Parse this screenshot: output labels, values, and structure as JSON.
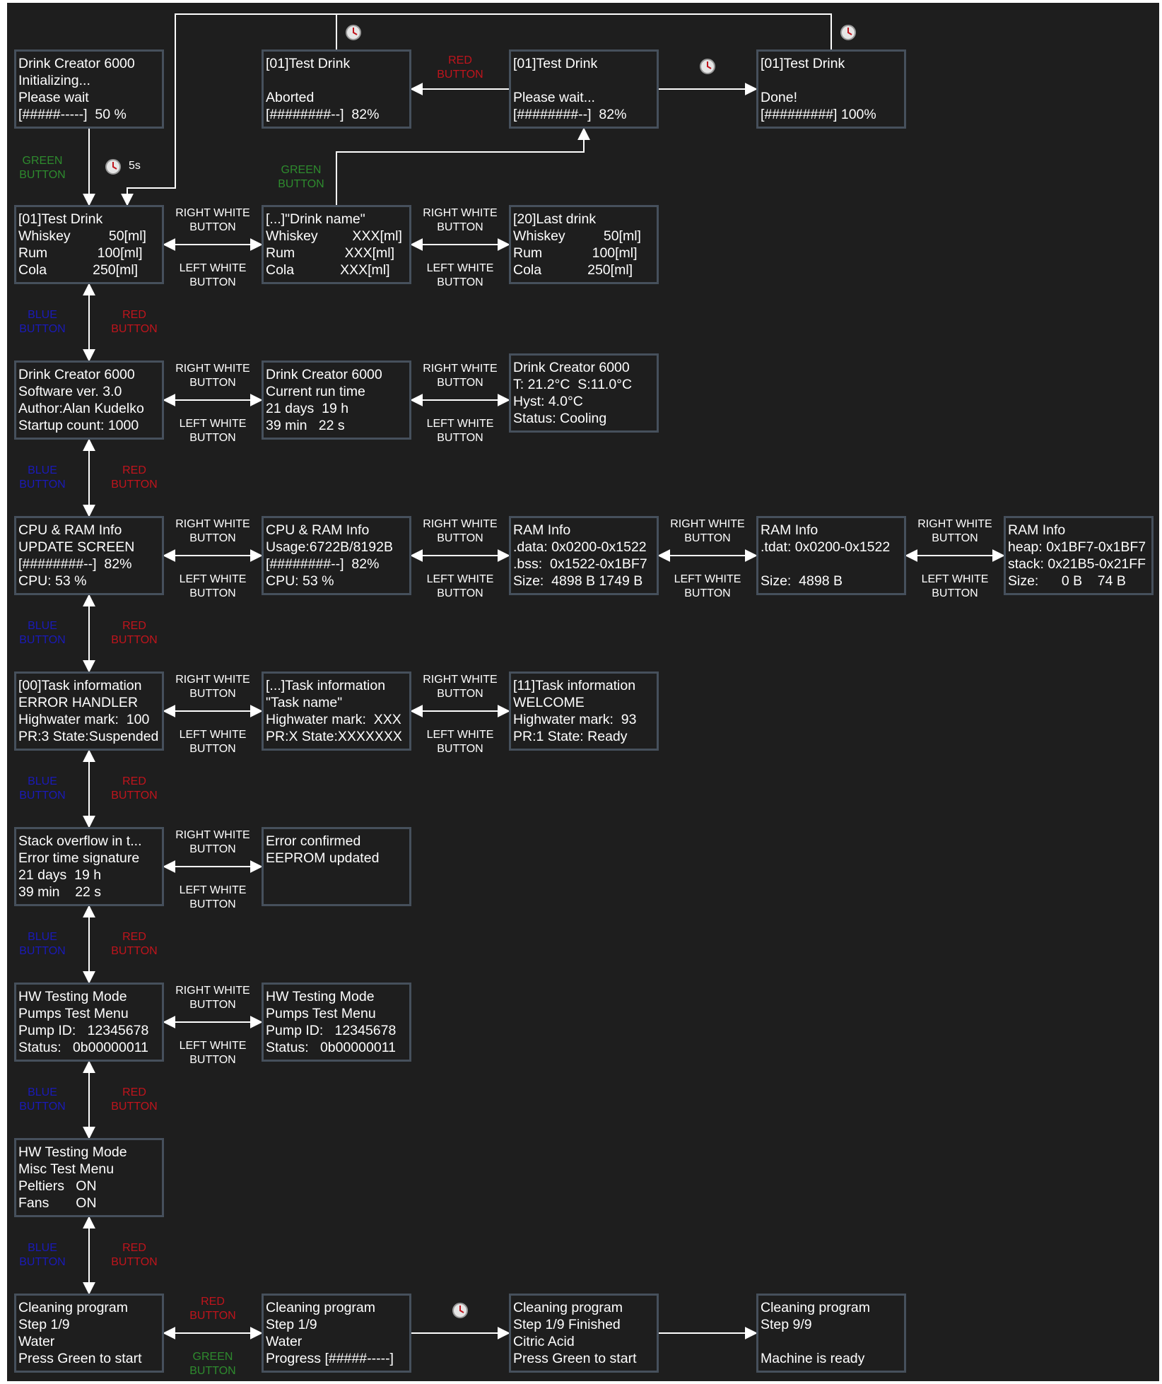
{
  "screens": [
    {
      "id": "init",
      "lines": [
        "Drink Creator 6000",
        "Initializing...",
        "Please wait",
        "[#####-----]  50 %"
      ]
    },
    {
      "id": "aborted",
      "lines": [
        "[01]Test Drink",
        "",
        "Aborted",
        "[########--]  82%"
      ]
    },
    {
      "id": "please-wait",
      "lines": [
        "[01]Test Drink",
        "",
        "Please wait...",
        "[########--]  82%"
      ]
    },
    {
      "id": "done",
      "lines": [
        "[01]Test Drink",
        "",
        "Done!",
        "[#########] 100%"
      ]
    },
    {
      "id": "drink-01",
      "lines": [
        "[01]Test Drink",
        "Whiskey          50[ml]",
        "Rum             100[ml]",
        "Cola            250[ml]"
      ]
    },
    {
      "id": "drink-name",
      "lines": [
        "[...]\"Drink name\"",
        "Whiskey         XXX[ml]",
        "Rum             XXX[ml]",
        "Cola            XXX[ml]"
      ]
    },
    {
      "id": "drink-20",
      "lines": [
        "[20]Last drink",
        "Whiskey          50[ml]",
        "Rum             100[ml]",
        "Cola            250[ml]"
      ]
    },
    {
      "id": "software",
      "lines": [
        "Drink Creator 6000",
        "Software ver. 3.0",
        "Author:Alan Kudelko",
        "Startup count: 1000"
      ]
    },
    {
      "id": "run-time",
      "lines": [
        "Drink Creator 6000",
        "Current run time",
        "21 days  19 h",
        "39 min   22 s"
      ]
    },
    {
      "id": "temperature",
      "lines": [
        "Drink Creator 6000",
        "T: 21.2°C  S:11.0°C",
        "Hyst: 4.0°C",
        "Status: Cooling"
      ]
    },
    {
      "id": "cpu-update",
      "lines": [
        "CPU & RAM Info",
        "UPDATE SCREEN",
        "[########--]  82%",
        "CPU: 53 %"
      ]
    },
    {
      "id": "cpu-usage",
      "lines": [
        "CPU & RAM Info",
        "Usage:6722B/8192B",
        "[########--]  82%",
        "CPU: 53 %"
      ]
    },
    {
      "id": "ram-data",
      "lines": [
        "RAM Info",
        ".data: 0x0200-0x1522",
        ".bss:  0x1522-0x1BF7",
        "Size:  4898 B 1749 B"
      ]
    },
    {
      "id": "ram-tdat",
      "lines": [
        "RAM Info",
        ".tdat: 0x0200-0x1522",
        "",
        "Size:  4898 B"
      ]
    },
    {
      "id": "ram-heap",
      "lines": [
        "RAM Info",
        "heap: 0x1BF7-0x1BF7",
        "stack: 0x21B5-0x21FF",
        "Size:      0 B    74 B"
      ]
    },
    {
      "id": "task-00",
      "lines": [
        "[00]Task information",
        "ERROR HANDLER",
        "Highwater mark:  100",
        "PR:3 State:Suspended"
      ]
    },
    {
      "id": "task-x",
      "lines": [
        "[...]Task information",
        "\"Task name\"",
        "Highwater mark:  XXX",
        "PR:X State:XXXXXXX"
      ]
    },
    {
      "id": "task-11",
      "lines": [
        "[11]Task information",
        "WELCOME",
        "Highwater mark:  93",
        "PR:1 State: Ready"
      ]
    },
    {
      "id": "stack-overflow",
      "lines": [
        "Stack overflow in t...",
        "Error time signature",
        "21 days  19 h",
        "39 min    22 s"
      ]
    },
    {
      "id": "error-confirmed",
      "lines": [
        "Error confirmed",
        "EEPROM updated",
        "",
        ""
      ]
    },
    {
      "id": "hw-pumps-1",
      "lines": [
        "HW Testing Mode",
        "Pumps Test Menu",
        "Pump ID:   12345678",
        "Status:   0b00000011"
      ]
    },
    {
      "id": "hw-pumps-2",
      "lines": [
        "HW Testing Mode",
        "Pumps Test Menu",
        "Pump ID:   12345678",
        "Status:   0b00000011"
      ]
    },
    {
      "id": "hw-misc",
      "lines": [
        "HW Testing Mode",
        "Misc Test Menu",
        "Peltiers   ON",
        "Fans       ON"
      ]
    },
    {
      "id": "clean-start",
      "lines": [
        "Cleaning program",
        "Step 1/9",
        "Water",
        "Press Green to start"
      ]
    },
    {
      "id": "clean-progress",
      "lines": [
        "Cleaning program",
        "Step 1/9",
        "Water",
        "Progress [#####-----]"
      ]
    },
    {
      "id": "clean-finished",
      "lines": [
        "Cleaning program",
        "Step 1/9 Finished",
        "Citric Acid",
        "Press Green to start"
      ]
    },
    {
      "id": "clean-ready",
      "lines": [
        "Cleaning program",
        "Step 9/9",
        "",
        "Machine is ready"
      ]
    }
  ],
  "buttons": {
    "right_white": "RIGHT WHITE\nBUTTON",
    "left_white": "LEFT WHITE\nBUTTON",
    "blue": "BLUE\nBUTTON",
    "red": "RED\nBUTTON",
    "green": "GREEN\nBUTTON"
  },
  "delay_label": "5s",
  "colors": {
    "background": "#1e1e1e",
    "box_border": "#46505c",
    "line": "#ffffff",
    "red": "#c0141c",
    "green": "#2e8b2e",
    "blue": "#1a1ab8"
  },
  "icons": {
    "timer": "clock-icon"
  }
}
